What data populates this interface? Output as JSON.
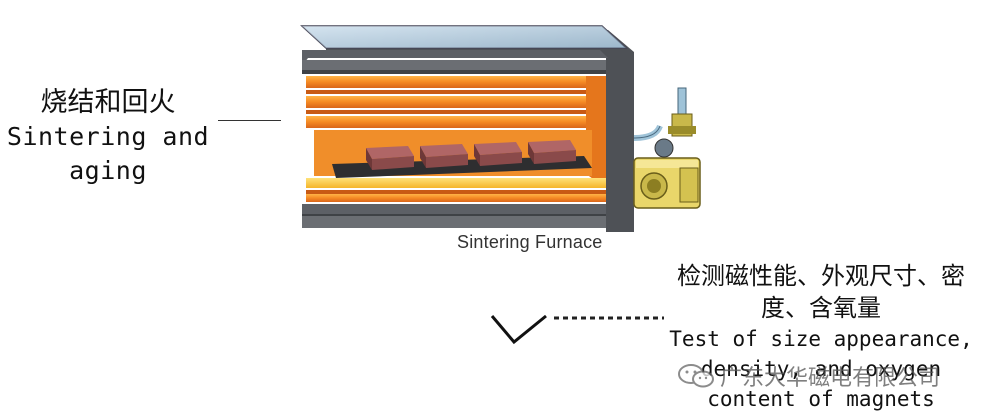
{
  "left_label": {
    "chinese": "烧结和回火",
    "english_line1": "Sintering and",
    "english_line2": "aging"
  },
  "furnace": {
    "caption": "Sintering Furnace"
  },
  "right_label": {
    "chinese_line1": "检测磁性能、外观尺寸、密",
    "chinese_line2": "度、含氧量",
    "english_line1": "Test of size appearance,",
    "english_line2": "density, and oxygen",
    "english_line3": "content of magnets"
  },
  "watermark": {
    "text": "广东大华磁电有限公司",
    "icon": "wechat-icon"
  },
  "colors": {
    "shell": "#5d6066",
    "glass": "#b8cfe0",
    "heating_orange": "#f58a24",
    "heating_yellow": "#ffcb3a",
    "magnet_block": "#8a4a4a",
    "pump_yellow": "#e9d66a"
  }
}
